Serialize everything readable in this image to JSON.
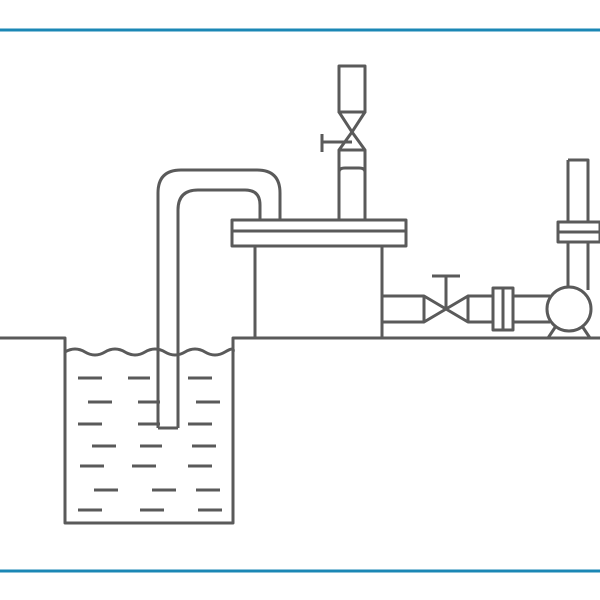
{
  "colors": {
    "background": "#ffffff",
    "frame_lines": "#1b87b5",
    "line_art": "#5a5a5a"
  },
  "components": [
    "top-frame-line",
    "bottom-frame-line",
    "ground-line",
    "water-pit",
    "water-surface",
    "water-ripples",
    "suction-pipe",
    "pump-tank",
    "tank-flange",
    "vertical-valve-pipe",
    "vertical-valve",
    "horizontal-discharge-pipe",
    "gate-valve",
    "pipe-flange",
    "centrifugal-pump",
    "pump-riser-pipe"
  ]
}
